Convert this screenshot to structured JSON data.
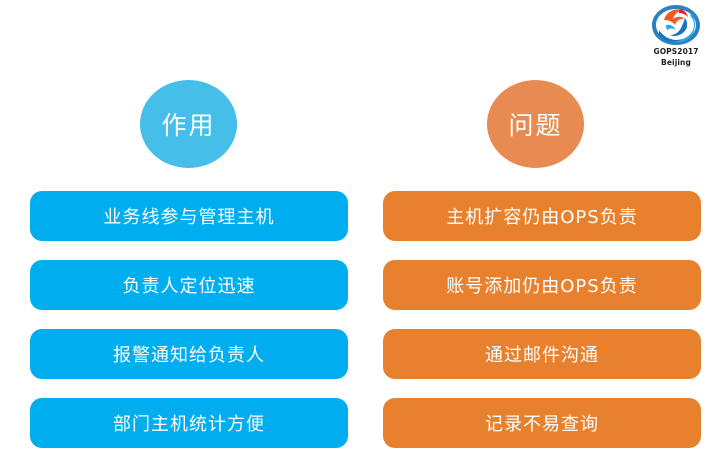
{
  "logo": {
    "name": "gops-logo",
    "line1": "GOPS2017",
    "line2": "Beijing",
    "colors": {
      "orange": "#F05A24",
      "red": "#ED1C24",
      "blue": "#0071BC",
      "light_blue": "#29ABE2",
      "text": "#231F20"
    }
  },
  "columns": [
    {
      "heading": "作用",
      "accent": "#00AEEF",
      "heading_accent": "#45BFEA",
      "items": [
        "业务线参与管理主机",
        "负责人定位迅速",
        "报警通知给负责人",
        "部门主机统计方便"
      ]
    },
    {
      "heading": "问题",
      "accent": "#E8812E",
      "heading_accent": "#E88B53",
      "items": [
        "主机扩容仍由OPS负责",
        "账号添加仍由OPS负责",
        "通过邮件沟通",
        "记录不易查询"
      ]
    }
  ]
}
